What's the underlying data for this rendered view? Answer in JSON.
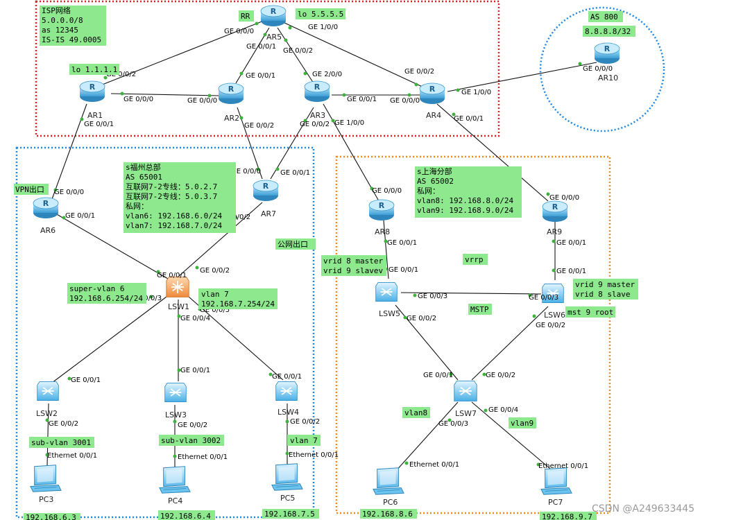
{
  "zones": {
    "isp_label": [
      "ISP网络",
      "5.0.0.0/8",
      "as 12345",
      "IS-IS 49.0005"
    ],
    "as800_label": "AS 800",
    "as800_ip": "8.8.8.8/32",
    "fuzhou_label": [
      "s福州总部",
      "AS 65001",
      "互联网7-2专线：5.0.2.7",
      "互联网7-2专线：5.0.3.7",
      "私网：",
      "vlan6: 192.168.6.0/24",
      "vlan7: 192.168.7.0/24"
    ],
    "shanghai_label": [
      "s上海分部",
      "AS 65002",
      "私网：",
      "vlan8: 192.168.8.0/24",
      "vlan9: 192.168.9.0/24"
    ]
  },
  "devices": {
    "AR1": "AR1",
    "AR2": "AR2",
    "AR3": "AR3",
    "AR4": "AR4",
    "AR5": "AR5",
    "AR6": "AR6",
    "AR7": "AR7",
    "AR8": "AR8",
    "AR9": "AR9",
    "AR10": "AR10",
    "LSW1": "LSW1",
    "LSW2": "LSW2",
    "LSW3": "LSW3",
    "LSW4": "LSW4",
    "LSW5": "LSW5",
    "LSW6": "LSW6",
    "LSW7": "LSW7",
    "PC3": "PC3",
    "PC4": "PC4",
    "PC5": "PC5",
    "PC6": "PC6",
    "PC7": "PC7"
  },
  "annotations": {
    "rr": "RR",
    "lo_ar5": "lo 5.5.5.5",
    "lo_ar1": "lo 1.1.1.1",
    "vpn_exit": "VPN出口",
    "public_exit": "公网出口",
    "super_vlan": [
      "super-vlan 6",
      "192.168.6.254/24"
    ],
    "vlan7_if": [
      "vlan 7",
      "192.168.7.254/24"
    ],
    "vrid_lsw5": [
      "vrid 8 master",
      "vrid 9 slavev"
    ],
    "vrid_lsw6": [
      "vrid 9 master",
      "vrid 8 slave"
    ],
    "vrrp": "vrrp",
    "mstp": "MSTP",
    "mst_root": "mst 9 root",
    "sub_vlan_3001": "sub-vlan 3001",
    "sub_vlan_3002": "sub-vlan 3002",
    "vlan7_pc5": "vlan 7",
    "vlan8": "vlan8",
    "vlan9": "vlan9",
    "pc3_ip": "192.168.6.3",
    "pc4_ip": "192.168.6.4",
    "pc5_ip": "192.168.7.5",
    "pc6_ip": "192.168.8.6",
    "pc7_ip": "192.168.9.7"
  },
  "ports": {
    "ar5_ge000": "GE 0/0/0",
    "ar5_ge100": "GE 1/0/0",
    "ar5_ge001": "GE 0/0/1",
    "ar5_ge002": "GE 0/0/2",
    "ar1_ge002": "GE 0/0/2",
    "ar1_ge000": "GE 0/0/0",
    "ar1_ge001": "GE 0/0/1",
    "ar2_ge000": "GE 0/0/0",
    "ar2_ge001": "GE 0/0/1",
    "ar2_ge002": "GE 0/0/2",
    "ar3_ge200": "GE 2/0/0",
    "ar3_ge001": "GE 0/0/1",
    "ar3_ge002": "GE 0/0/2",
    "ar3_ge100": "GE 1/0/0",
    "ar4_ge002": "GE 0/0/2",
    "ar4_ge000": "GE 0/0/0",
    "ar4_ge100": "GE 1/0/0",
    "ar4_ge001": "GE 0/0/1",
    "ar10_ge000": "GE 0/0/0",
    "ar7_ge000": "GE 0/0/0",
    "ar7_ge001": "GE 0/0/1",
    "ar7_ge002": "GE 0/0/2",
    "ar6_ge000": "GE 0/0/0",
    "ar6_ge001": "GE 0/0/1",
    "ar8_ge000": "GE 0/0/0",
    "ar8_ge001": "GE 0/0/1",
    "ar9_ge000": "GE 0/0/0",
    "ar9_ge001": "GE 0/0/1",
    "lsw1_ge001": "GE 0/0/1",
    "lsw1_ge002": "GE 0/0/2",
    "lsw1_ge003": "GE 0/0/3",
    "lsw1_ge004": "GE 0/0/4",
    "lsw1_ge005": "GE 0/0/5",
    "lsw2_ge001": "GE 0/0/1",
    "lsw2_ge002": "GE 0/0/2",
    "lsw3_ge001": "GE 0/0/1",
    "lsw3_ge002": "GE 0/0/2",
    "lsw4_ge001": "GE 0/0/1",
    "lsw4_ge002": "GE 0/0/2",
    "lsw5_ge001": "GE 0/0/1",
    "lsw5_ge003": "GE 0/0/3",
    "lsw5_ge002": "GE 0/0/2",
    "lsw6_ge001": "GE 0/0/1",
    "lsw6_ge003": "GE 0/0/3",
    "lsw6_ge002": "GE 0/0/2",
    "lsw7_ge001": "GE 0/0/1",
    "lsw7_ge002": "GE 0/0/2",
    "lsw7_ge003": "GE 0/0/3",
    "lsw7_ge004": "GE 0/0/4",
    "pc3_eth": "Ethernet 0/0/1",
    "pc4_eth": "Ethernet 0/0/1",
    "pc5_eth": "Ethernet 0/0/1",
    "pc6_eth": "Ethernet 0/0/1",
    "pc7_eth": "Ethernet 0/0/1"
  },
  "watermark": "CSDN @A249633445",
  "colors": {
    "isp_border": "#e02020",
    "fuzhou_border": "#1e88e5",
    "shanghai_border": "#f08a1c",
    "label_bg": "#8ee88e",
    "router": "#4fb6e8",
    "core_switch": "#f0a060",
    "link": "#111111",
    "port_dot": "#3db33d"
  }
}
